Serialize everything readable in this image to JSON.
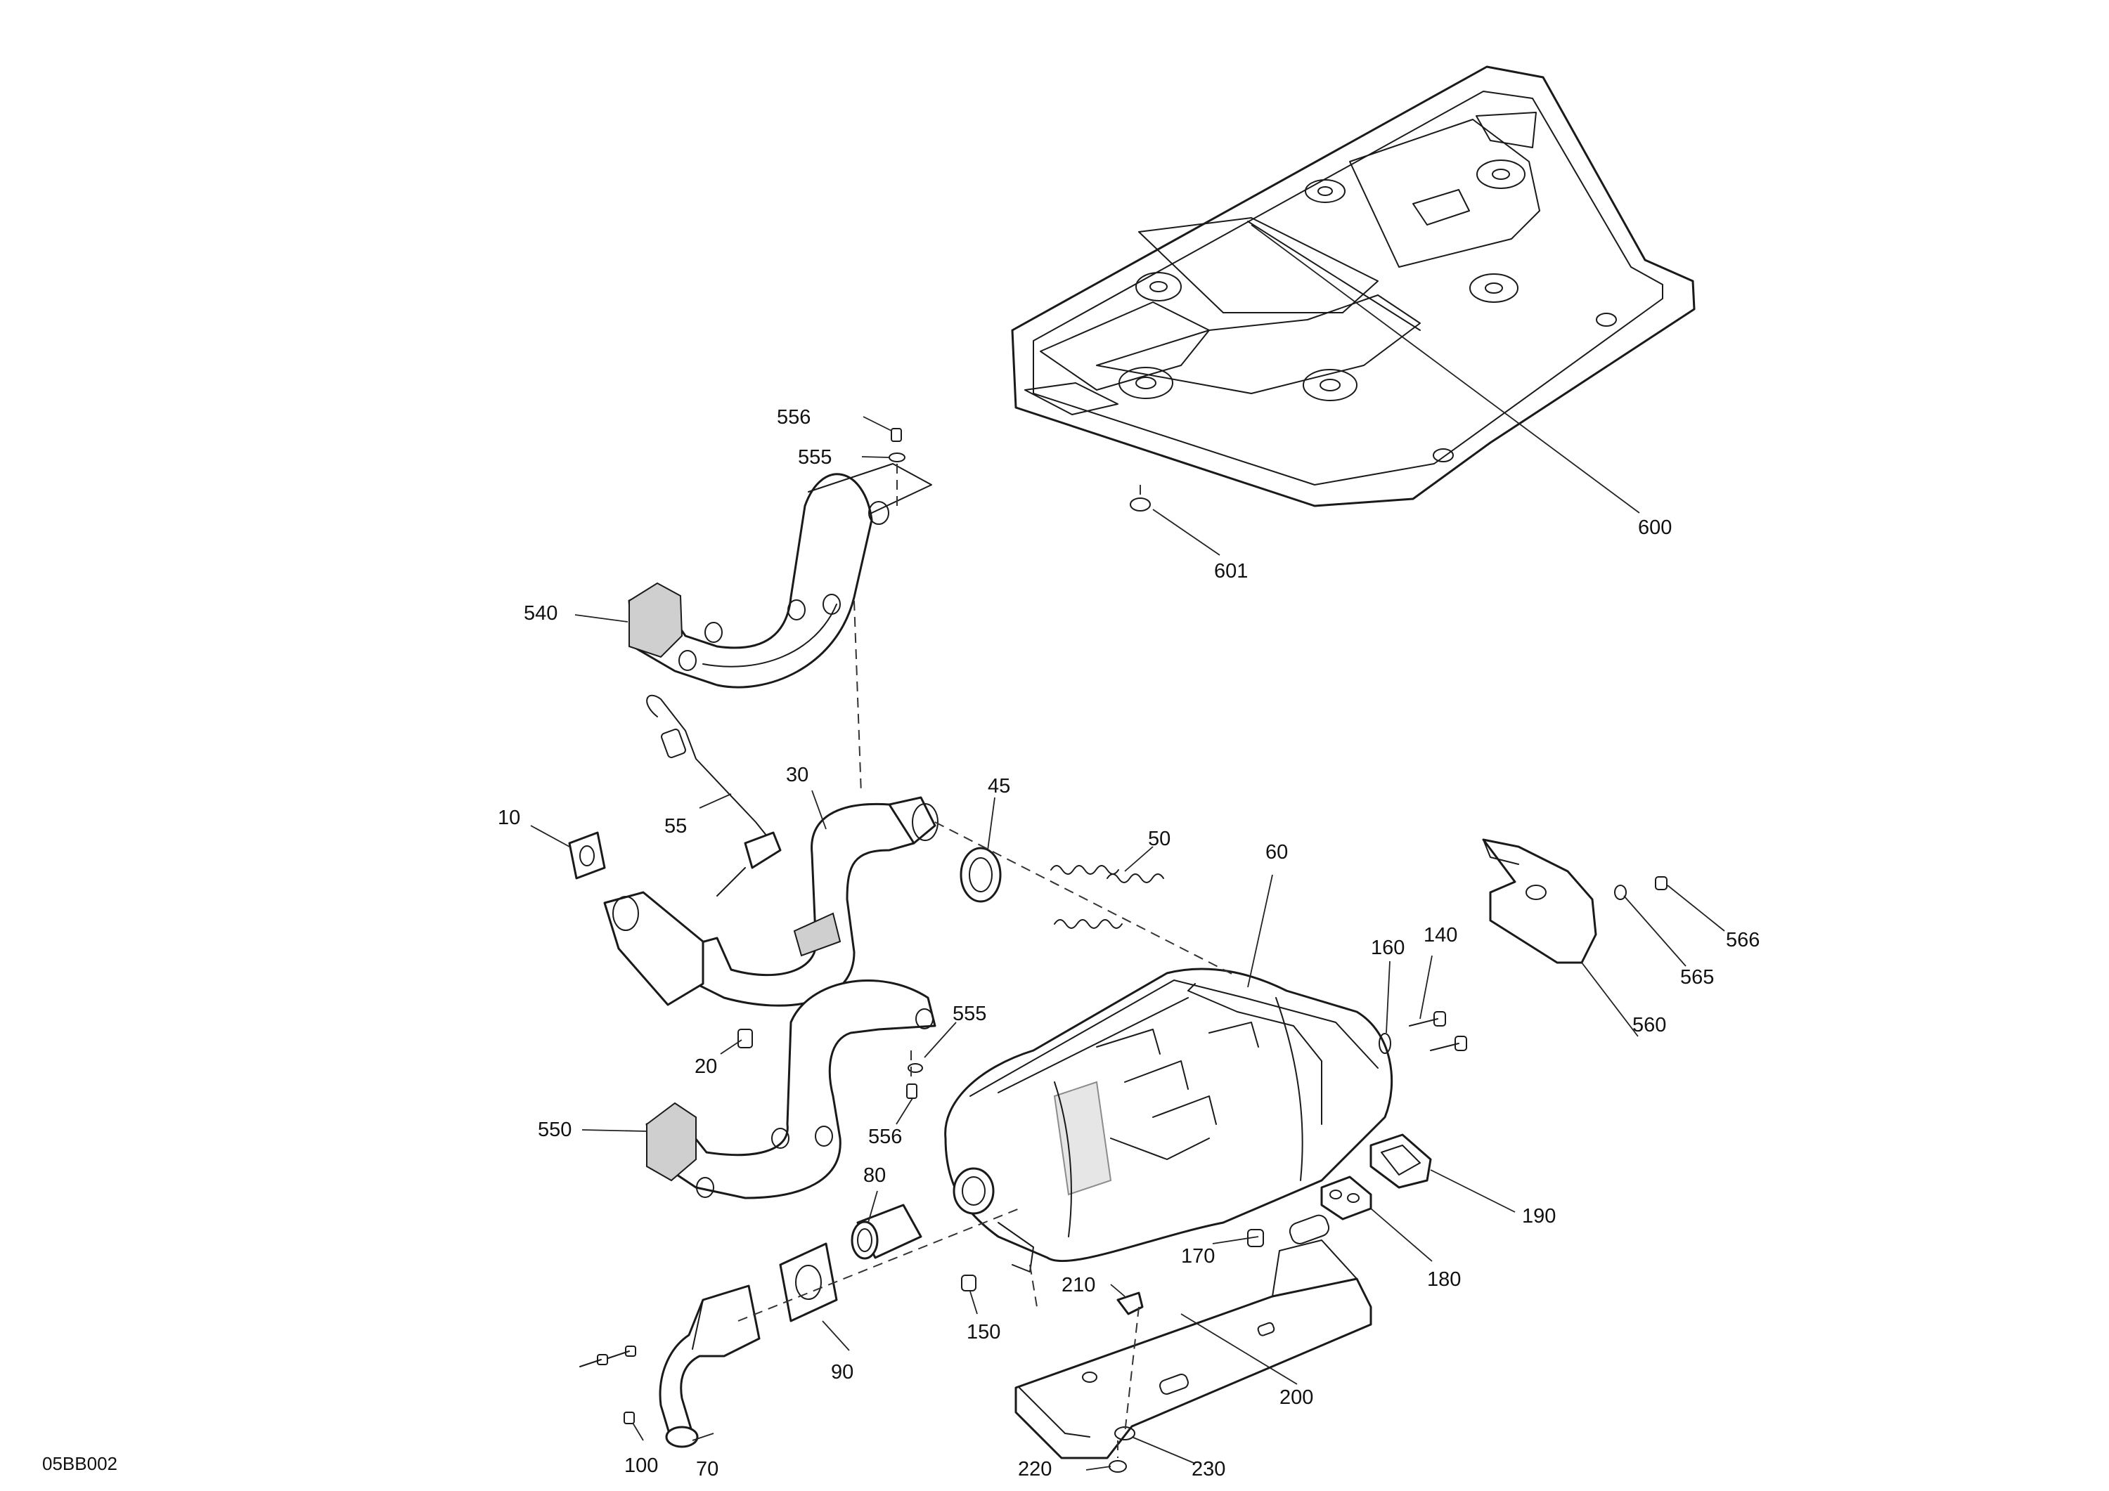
{
  "diagram_ref": "05BB002",
  "callouts": {
    "c10": "10",
    "c20": "20",
    "c30": "30",
    "c45": "45",
    "c50": "50",
    "c55": "55",
    "c60": "60",
    "c70": "70",
    "c80": "80",
    "c90": "90",
    "c100": "100",
    "c140": "140",
    "c150": "150",
    "c160": "160",
    "c170": "170",
    "c180": "180",
    "c190": "190",
    "c200": "200",
    "c210": "210",
    "c220": "220",
    "c230": "230",
    "c540": "540",
    "c550": "550",
    "c555a": "555",
    "c555b": "555",
    "c556a": "556",
    "c556b": "556",
    "c560": "560",
    "c565": "565",
    "c566": "566",
    "c600": "600",
    "c601": "601"
  }
}
